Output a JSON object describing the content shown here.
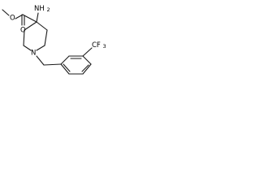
{
  "molecule": {
    "labels": {
      "methyl_o": "O",
      "carbonyl_o": "O",
      "amine": "NH",
      "amine_sub": "2",
      "ring_n": "N",
      "cf3": "CF",
      "cf3_sub": "3"
    }
  }
}
